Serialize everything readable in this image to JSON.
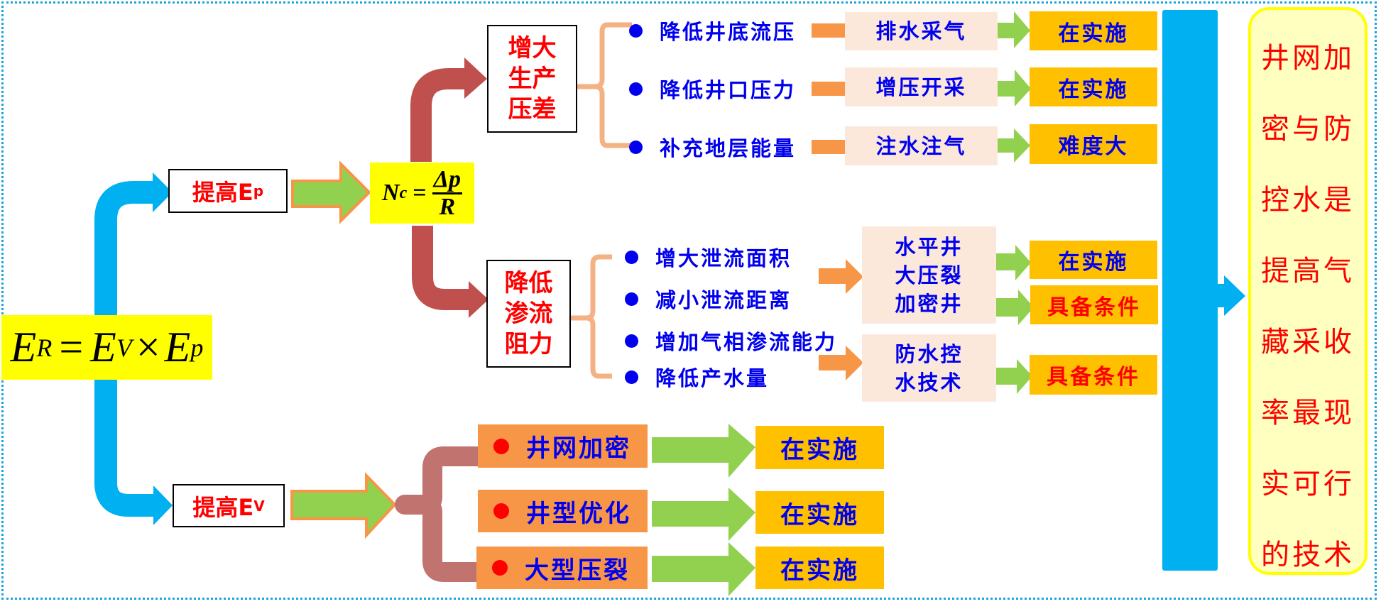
{
  "formula_main": {
    "E": "E",
    "R": "R",
    "eq": "=",
    "Ev": "E",
    "V": "V",
    "times": "×",
    "Ep": "E",
    "p": "p"
  },
  "formula_nc": {
    "N": "N",
    "c": "c",
    "eq": "=",
    "num": "Δp",
    "den": "R"
  },
  "branch_ep": {
    "label_main": "提高E",
    "label_sub": "p"
  },
  "branch_ev": {
    "label_main": "提高E",
    "label_sub": "V"
  },
  "group_pressure": {
    "label_lines": [
      "增大",
      "生产",
      "压差"
    ],
    "items": [
      {
        "text": "降低井底流压",
        "method": "排水采气",
        "status": "在实施",
        "status_color": "#0000ee"
      },
      {
        "text": "降低井口压力",
        "method": "增压开采",
        "status": "在实施",
        "status_color": "#0000ee"
      },
      {
        "text": "补充地层能量",
        "method": "注水注气",
        "status": "难度大",
        "status_color": "#0000ee"
      }
    ]
  },
  "group_resistance": {
    "label_lines": [
      "降低",
      "渗流",
      "阻力"
    ],
    "items": [
      "增大泄流面积",
      "减小泄流距离",
      "增加气相渗流能力",
      "降低产水量"
    ],
    "methods": [
      {
        "lines": [
          "水平井",
          "大压裂",
          "加密井"
        ]
      },
      {
        "lines": [
          "防水控",
          "水技术"
        ]
      }
    ],
    "statuses": [
      {
        "text": "在实施",
        "color": "#0000ee"
      },
      {
        "text": "具备条件",
        "color": "#ff0000"
      },
      {
        "text": "具备条件",
        "color": "#ff0000"
      }
    ]
  },
  "group_ev": {
    "items": [
      {
        "text": "井网加密",
        "status": "在实施"
      },
      {
        "text": "井型优化",
        "status": "在实施"
      },
      {
        "text": "大型压裂",
        "status": "在实施"
      }
    ]
  },
  "conclusion": {
    "lines": [
      "井网加",
      "密与防",
      "控水是",
      "提高气",
      "藏采收",
      "率最现",
      "实可行",
      "的技术"
    ]
  },
  "colors": {
    "blue_arrow": "#00b0f0",
    "red_arrow": "#c0504d",
    "green_arrow": "#92d050",
    "orange": "#f79646",
    "yellow": "#ffff00",
    "status_bg": "#ffc000"
  }
}
